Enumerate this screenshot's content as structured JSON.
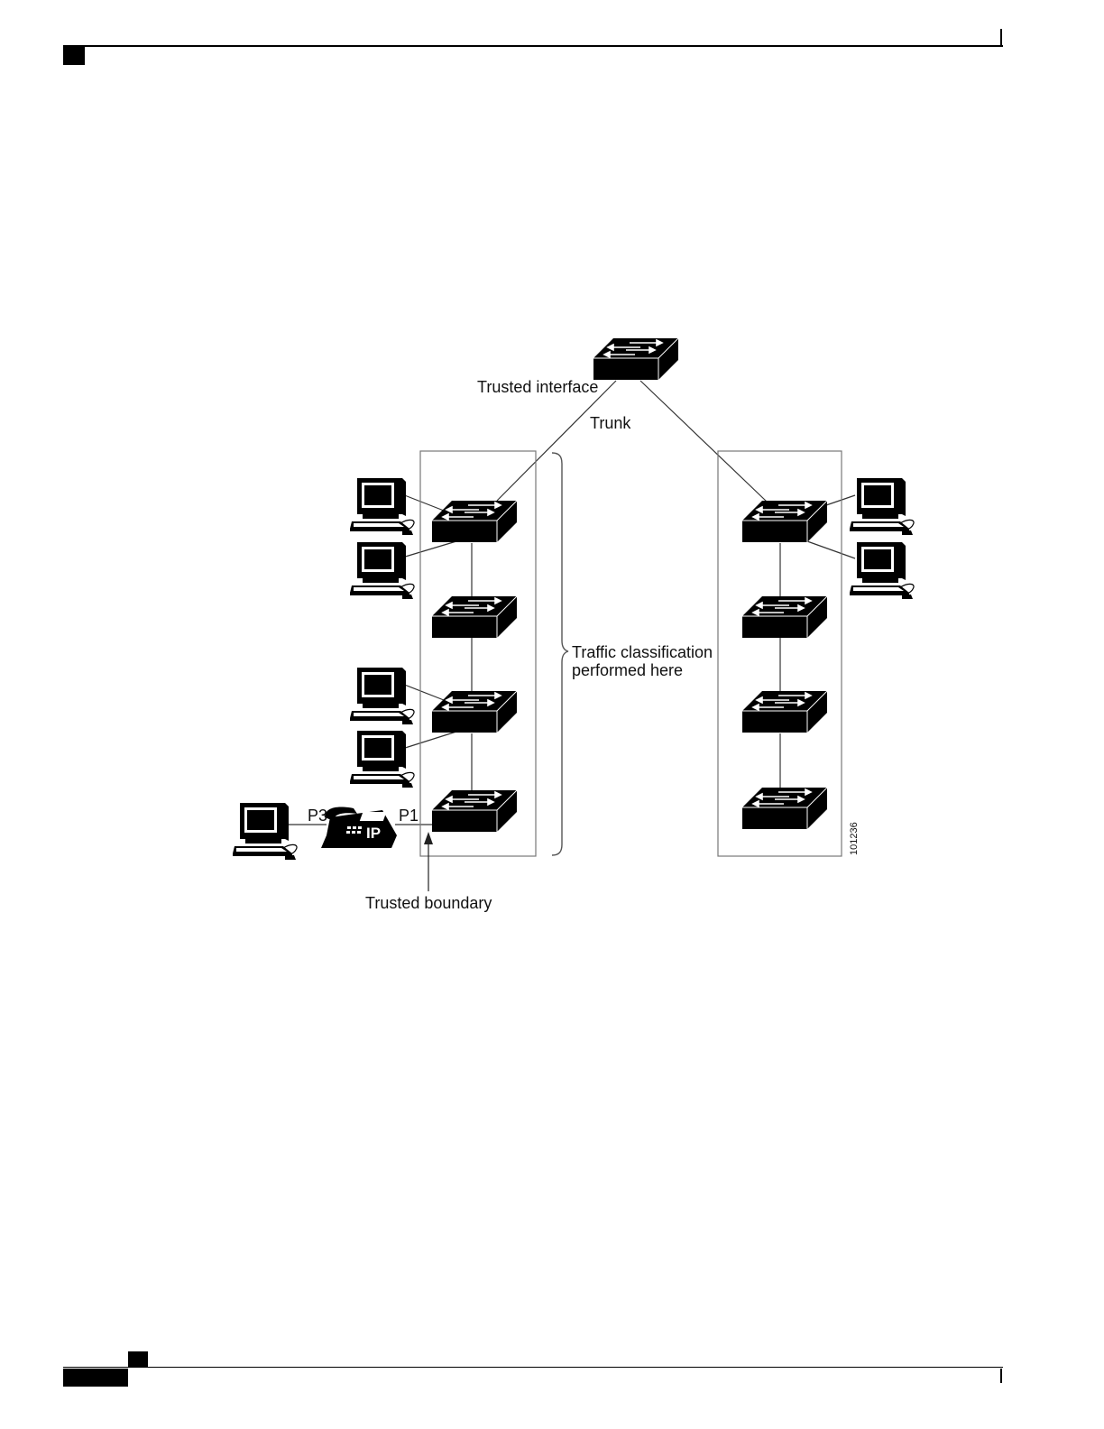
{
  "diagram": {
    "labels": {
      "trusted_interface": "Trusted interface",
      "trunk": "Trunk",
      "traffic_line1": "Traffic classification",
      "traffic_line2": "performed here",
      "p3": "P3",
      "p1": "P1",
      "ip": "IP",
      "trusted_boundary": "Trusted boundary",
      "figure_id": "101236"
    },
    "icons": {
      "switch": "workgroup-switch-icon",
      "workstation": "workstation-icon",
      "phone": "ip-phone-icon"
    },
    "colors": {
      "ink": "#000000",
      "frame": "#777777",
      "arrow_on_switch": "#ffffff"
    }
  }
}
